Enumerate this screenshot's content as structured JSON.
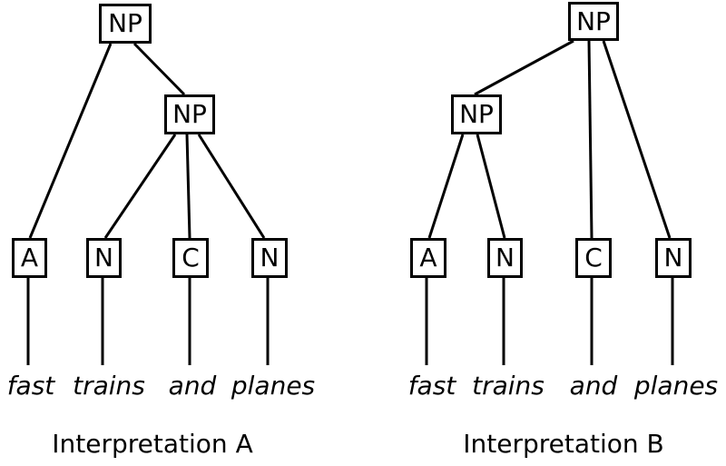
{
  "figure": {
    "background_color": "#ffffff",
    "line_color": "#000000",
    "sentence": "fast trains and planes"
  },
  "trees": [
    {
      "id": "A",
      "caption": "Interpretation A",
      "root": {
        "label": "NP"
      },
      "sub": {
        "label": "NP"
      },
      "leaves": [
        {
          "tag": "A",
          "word": "fast"
        },
        {
          "tag": "N",
          "word": "trains"
        },
        {
          "tag": "C",
          "word": "and"
        },
        {
          "tag": "N",
          "word": "planes"
        }
      ],
      "root_children": [
        "A (fast)",
        "NP"
      ],
      "sub_children": [
        "N (trains)",
        "C (and)",
        "N (planes)"
      ]
    },
    {
      "id": "B",
      "caption": "Interpretation B",
      "root": {
        "label": "NP"
      },
      "sub": {
        "label": "NP"
      },
      "leaves": [
        {
          "tag": "A",
          "word": "fast"
        },
        {
          "tag": "N",
          "word": "trains"
        },
        {
          "tag": "C",
          "word": "and"
        },
        {
          "tag": "N",
          "word": "planes"
        }
      ],
      "root_children": [
        "NP",
        "C (and)",
        "N (planes)"
      ],
      "sub_children": [
        "A (fast)",
        "N (trains)"
      ]
    }
  ]
}
